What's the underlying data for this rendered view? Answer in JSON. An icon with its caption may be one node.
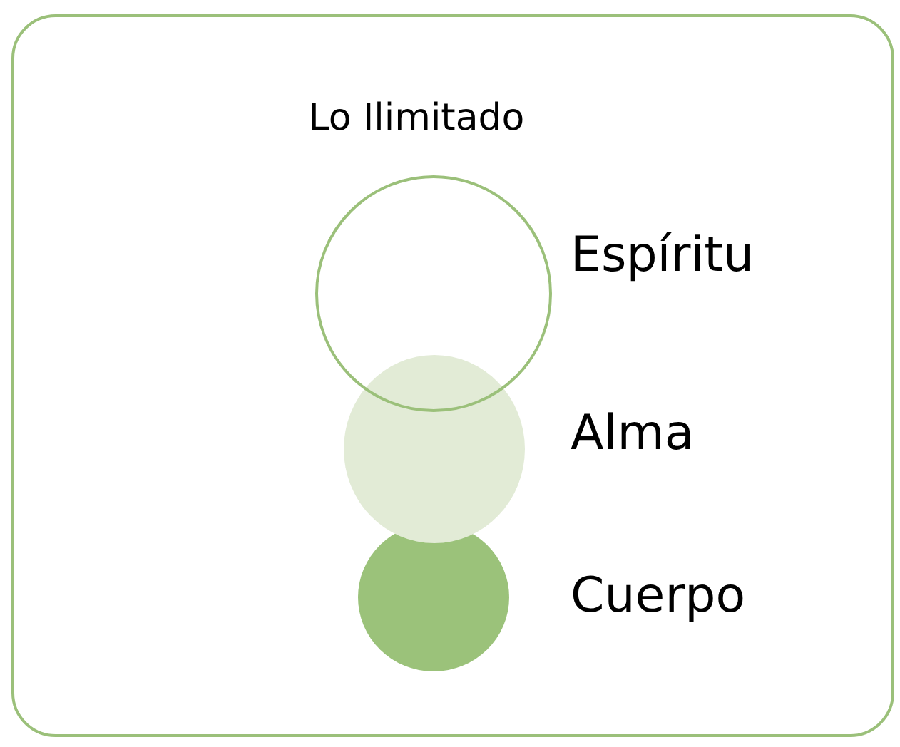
{
  "diagram": {
    "nodes": [
      {
        "text": [],
        "shape": "box"
      },
      {
        "text": [],
        "shape": "circle",
        "beside": [
          "Espíritu"
        ],
        "in": 0
      },
      {
        "text": [],
        "shape": "circle",
        "beside": [
          "Alma"
        ],
        "in": 0
      },
      {
        "text": [],
        "shape": "circle",
        "beside": [
          "Cuerpo"
        ],
        "in": 0
      }
    ],
    "edges": [],
    "labels": [
      "Lo Ilimitado"
    ]
  }
}
